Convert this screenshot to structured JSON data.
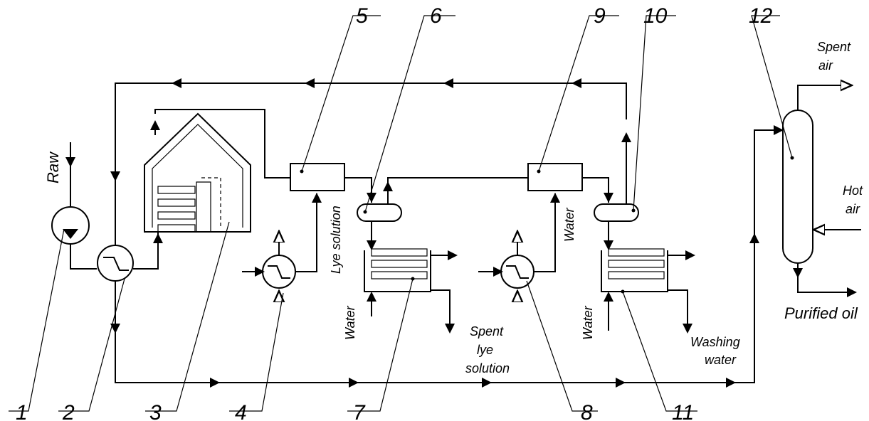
{
  "numbers": [
    "1",
    "2",
    "3",
    "4",
    "5",
    "6",
    "7",
    "8",
    "9",
    "10",
    "11",
    "12"
  ],
  "labels": {
    "raw": "Raw",
    "lye_solution": "Lye solution",
    "water_1": "Water",
    "water_2": "Water",
    "water_3": "Water",
    "spent_lye_1": "Spent",
    "spent_lye_2": "lye",
    "spent_lye_3": "solution",
    "washing_1": "Washing",
    "washing_2": "water",
    "spent_air_1": "Spent",
    "spent_air_2": "air",
    "hot_air_1": "Hot",
    "hot_air_2": "air",
    "purified_oil": "Purified oil"
  },
  "icons": {
    "pump": "pump-icon",
    "heat_exchanger": "heat-exchanger-icon",
    "furnace": "furnace-icon",
    "mixer": "mixer-icon",
    "separator": "separator-icon",
    "settler": "settler-icon",
    "column": "drying-column-icon"
  }
}
